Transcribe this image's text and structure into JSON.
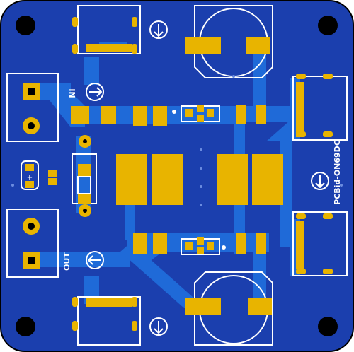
{
  "board": {
    "label_in": "IN",
    "label_out": "OUT",
    "part_id": "PCBid-ON69DC",
    "fuse_label": "+",
    "colors": {
      "mask": "#1b3fae",
      "copper": "#1f6ad8",
      "pad": "#e8b400",
      "silk": "#ffffff",
      "hole": "#000000",
      "edge": "#000000"
    }
  }
}
